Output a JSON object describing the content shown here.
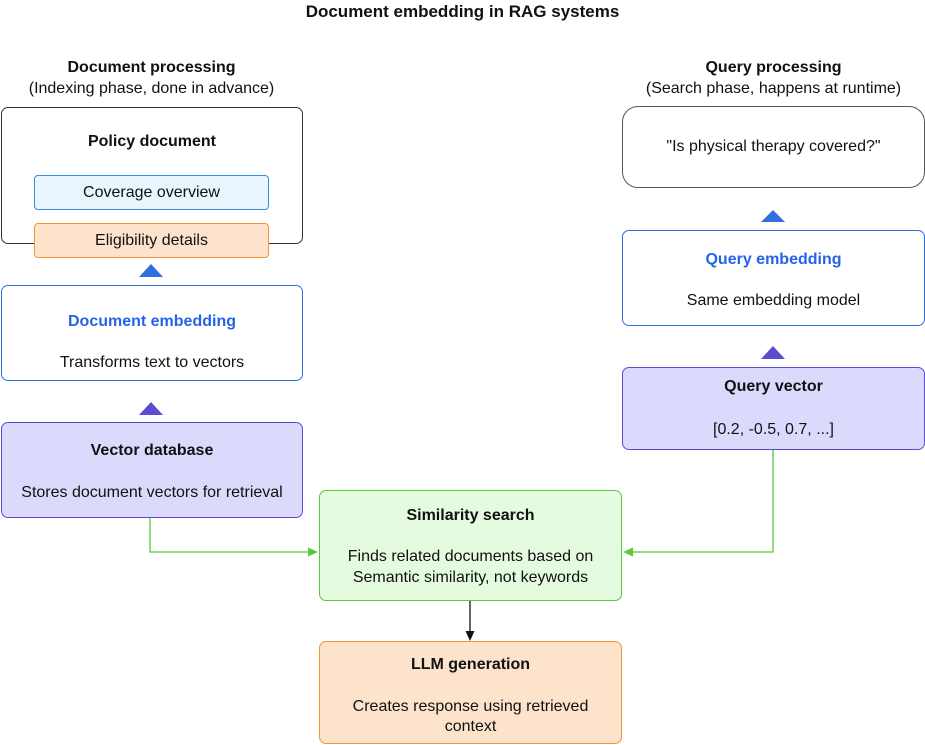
{
  "title": "Document embedding in RAG systems",
  "left_column": {
    "heading": "Document processing",
    "subheading": "(Indexing phase, done in advance)"
  },
  "right_column": {
    "heading": "Query processing",
    "subheading": "(Search phase, happens at runtime)"
  },
  "policy_document": {
    "title": "Policy document",
    "section1": "Coverage overview",
    "section2": "Eligibility details"
  },
  "document_embedding": {
    "title": "Document embedding",
    "desc": "Transforms text to vectors"
  },
  "vector_database": {
    "title": "Vector database",
    "desc": "Stores document vectors for retrieval"
  },
  "query": {
    "text": "\"Is physical therapy covered?\""
  },
  "query_embedding": {
    "title": "Query embedding",
    "desc": "Same embedding model"
  },
  "query_vector": {
    "title": "Query vector",
    "desc": "[0.2, -0.5, 0.7, ...]"
  },
  "similarity_search": {
    "title": "Similarity search",
    "desc_line1": "Finds related documents based on",
    "desc_line2": "Semantic similarity, not keywords"
  },
  "llm_generation": {
    "title": "LLM generation",
    "desc_line1": "Creates response using retrieved",
    "desc_line2": "context"
  },
  "colors": {
    "blue_accent": "#2563eb",
    "purple_fill": "#dcdafc",
    "green_fill": "#e5fbdf",
    "orange_fill": "#fde3cc",
    "light_blue_fill": "#e9f6fd",
    "connector_blue": "#2f6fe0",
    "connector_purple": "#5b4cd1",
    "connector_green": "#58c93a"
  }
}
